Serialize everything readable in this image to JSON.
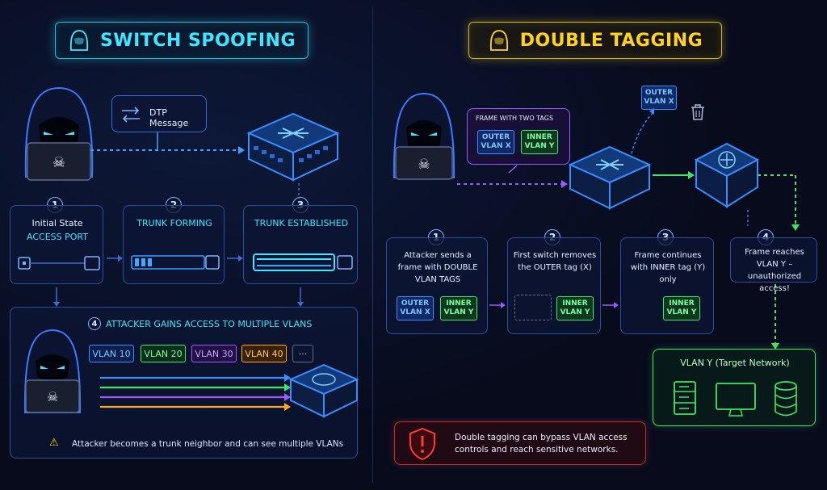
{
  "left": {
    "title": "SWITCH SPOOFING",
    "dtp_message": "DTP Message",
    "steps": [
      {
        "num": "1",
        "line1": "Initial State",
        "line2": "ACCESS PORT"
      },
      {
        "num": "2",
        "line1": "TRUNK FORMING"
      },
      {
        "num": "3",
        "line1": "TRUNK ESTABLISHED"
      }
    ],
    "gain": {
      "num": "4",
      "heading": "ATTACKER GAINS ACCESS TO MULTIPLE VLANS",
      "vlans": [
        "VLAN 10",
        "VLAN 20",
        "VLAN 30",
        "VLAN 40",
        "···"
      ],
      "warning": "Attacker becomes a trunk neighbor and can see multiple VLANs"
    }
  },
  "right": {
    "title": "DOUBLE TAGGING",
    "frame_label": "FRAME WITH TWO TAGS",
    "outer_tag": "OUTER VLAN X",
    "inner_tag": "INNER VLAN Y",
    "steps": [
      {
        "num": "1",
        "text": "Attacker sends a frame with DOUBLE VLAN TAGS"
      },
      {
        "num": "2",
        "text": "First switch removes the OUTER tag (X)"
      },
      {
        "num": "3",
        "text": "Frame continues with INNER tag (Y) only"
      },
      {
        "num": "4",
        "text": "Frame reaches VLAN Y – unauthorized access!"
      }
    ],
    "target": "VLAN Y (Target Network)",
    "warning": "Double tagging can bypass VLAN access controls and reach sensitive networks."
  },
  "colors": {
    "cyan": "#3fe6ff",
    "yellow": "#ffd21f",
    "blue": "#3a8cff",
    "green": "#3ee56a",
    "purple": "#9a5cff",
    "orange": "#ffa526",
    "red": "#ff3b3b"
  }
}
